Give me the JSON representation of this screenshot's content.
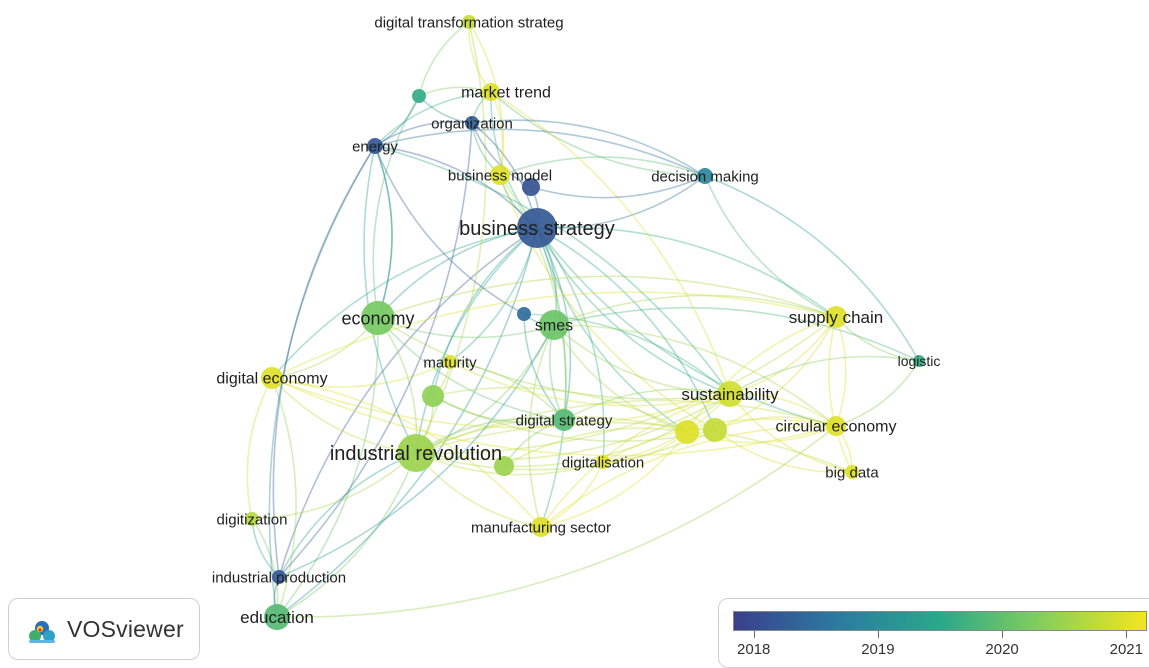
{
  "app": {
    "name": "VOSviewer"
  },
  "legend": {
    "title": "",
    "ticks": [
      {
        "year": "2018",
        "position": 0.05
      },
      {
        "year": "2019",
        "position": 0.35
      },
      {
        "year": "2020",
        "position": 0.65
      },
      {
        "year": "2021",
        "position": 0.95
      }
    ],
    "gradient": [
      "#3b3f8c",
      "#2c7aa0",
      "#29a88b",
      "#86cf5a",
      "#f5e51e"
    ]
  },
  "network": {
    "nodes": [
      {
        "id": "business-strategy",
        "label": "business strategy",
        "year": 2018.2,
        "weight": 20,
        "label_size": 20
      },
      {
        "id": "economy",
        "label": "economy",
        "year": 2020.2,
        "weight": 17,
        "label_size": 18
      },
      {
        "id": "smes",
        "label": "smes",
        "year": 2020.1,
        "weight": 15,
        "label_size": 16
      },
      {
        "id": "industrial-revolution",
        "label": "industrial revolution",
        "year": 2020.5,
        "weight": 19,
        "label_size": 20
      },
      {
        "id": "supply-chain",
        "label": "supply chain",
        "year": 2021.0,
        "weight": 11,
        "label_size": 17
      },
      {
        "id": "sustainability",
        "label": "sustainability",
        "year": 2020.9,
        "weight": 13,
        "label_size": 17
      },
      {
        "id": "circular-economy",
        "label": "circular economy",
        "year": 2021.0,
        "weight": 10,
        "label_size": 16
      },
      {
        "id": "digital-economy",
        "label": "digital economy",
        "year": 2021.0,
        "weight": 11,
        "label_size": 16
      },
      {
        "id": "digital-strategy",
        "label": "digital strategy",
        "year": 2019.9,
        "weight": 11,
        "label_size": 15
      },
      {
        "id": "digitalisation",
        "label": "digitalisation",
        "year": 2021.0,
        "weight": 7,
        "label_size": 15
      },
      {
        "id": "manufacturing-sector",
        "label": "manufacturing sector",
        "year": 2021.0,
        "weight": 10,
        "label_size": 15
      },
      {
        "id": "education",
        "label": "education",
        "year": 2019.9,
        "weight": 13,
        "label_size": 17
      },
      {
        "id": "industrial-production",
        "label": "industrial production",
        "year": 2018.2,
        "weight": 7,
        "label_size": 15
      },
      {
        "id": "digitization",
        "label": "digitization",
        "year": 2020.7,
        "weight": 7,
        "label_size": 15
      },
      {
        "id": "big-data",
        "label": "big data",
        "year": 2021.0,
        "weight": 7,
        "label_size": 15
      },
      {
        "id": "logistic",
        "label": "logistic",
        "year": 2019.6,
        "weight": 6,
        "label_size": 14
      },
      {
        "id": "decision-making",
        "label": "decision making",
        "year": 2018.9,
        "weight": 8,
        "label_size": 15
      },
      {
        "id": "business-model",
        "label": "business model",
        "year": 2021.0,
        "weight": 10,
        "label_size": 15
      },
      {
        "id": "organization",
        "label": "organization",
        "year": 2018.3,
        "weight": 7,
        "label_size": 15
      },
      {
        "id": "market-trend",
        "label": "market trend",
        "year": 2021.0,
        "weight": 9,
        "label_size": 16
      },
      {
        "id": "energy",
        "label": "energy",
        "year": 2018.2,
        "weight": 8,
        "label_size": 15
      },
      {
        "id": "digital-transformation-strateg",
        "label": "digital transformation strateg",
        "year": 2020.8,
        "weight": 7,
        "label_size": 15
      },
      {
        "id": "maturity",
        "label": "maturity",
        "year": 2021.0,
        "weight": 7,
        "label_size": 15
      },
      {
        "id": "unlabeled-1",
        "label": "",
        "year": 2019.6,
        "weight": 7,
        "label_size": 0
      },
      {
        "id": "unlabeled-2",
        "label": "",
        "year": 2018.5,
        "weight": 7,
        "label_size": 0
      },
      {
        "id": "unlabeled-3",
        "label": "",
        "year": 2018.1,
        "weight": 9,
        "label_size": 0
      },
      {
        "id": "unlabeled-4",
        "label": "",
        "year": 2020.4,
        "weight": 11,
        "label_size": 0
      },
      {
        "id": "unlabeled-5",
        "label": "",
        "year": 2020.5,
        "weight": 10,
        "label_size": 0
      },
      {
        "id": "unlabeled-6",
        "label": "",
        "year": 2021.0,
        "weight": 12,
        "label_size": 0
      },
      {
        "id": "unlabeled-7",
        "label": "",
        "year": 2020.8,
        "weight": 12,
        "label_size": 0
      }
    ],
    "links": [
      [
        "business-strategy",
        "economy"
      ],
      [
        "business-strategy",
        "smes"
      ],
      [
        "business-strategy",
        "industrial-revolution"
      ],
      [
        "business-strategy",
        "supply-chain"
      ],
      [
        "business-strategy",
        "sustainability"
      ],
      [
        "business-strategy",
        "digital-strategy"
      ],
      [
        "business-strategy",
        "digital-economy"
      ],
      [
        "business-strategy",
        "manufacturing-sector"
      ],
      [
        "business-strategy",
        "decision-making"
      ],
      [
        "business-strategy",
        "business-model"
      ],
      [
        "business-strategy",
        "organization"
      ],
      [
        "business-strategy",
        "market-trend"
      ],
      [
        "business-strategy",
        "energy"
      ],
      [
        "business-strategy",
        "digitalisation"
      ],
      [
        "business-strategy",
        "circular-economy"
      ],
      [
        "business-strategy",
        "education"
      ],
      [
        "business-strategy",
        "industrial-production"
      ],
      [
        "business-strategy",
        "maturity"
      ],
      [
        "business-strategy",
        "unlabeled-6"
      ],
      [
        "business-strategy",
        "unlabeled-7"
      ],
      [
        "business-strategy",
        "unlabeled-4"
      ],
      [
        "economy",
        "industrial-revolution"
      ],
      [
        "economy",
        "smes"
      ],
      [
        "economy",
        "digital-economy"
      ],
      [
        "economy",
        "sustainability"
      ],
      [
        "economy",
        "education"
      ],
      [
        "economy",
        "energy"
      ],
      [
        "economy",
        "supply-chain"
      ],
      [
        "economy",
        "digital-strategy"
      ],
      [
        "smes",
        "industrial-revolution"
      ],
      [
        "smes",
        "sustainability"
      ],
      [
        "smes",
        "supply-chain"
      ],
      [
        "smes",
        "digital-strategy"
      ],
      [
        "smes",
        "circular-economy"
      ],
      [
        "smes",
        "manufacturing-sector"
      ],
      [
        "smes",
        "logistic"
      ],
      [
        "smes",
        "unlabeled-6"
      ],
      [
        "industrial-revolution",
        "digital-economy"
      ],
      [
        "industrial-revolution",
        "sustainability"
      ],
      [
        "industrial-revolution",
        "education"
      ],
      [
        "industrial-revolution",
        "industrial-production"
      ],
      [
        "industrial-revolution",
        "digitization"
      ],
      [
        "industrial-revolution",
        "manufacturing-sector"
      ],
      [
        "industrial-revolution",
        "digital-strategy"
      ],
      [
        "industrial-revolution",
        "digitalisation"
      ],
      [
        "industrial-revolution",
        "circular-economy"
      ],
      [
        "industrial-revolution",
        "supply-chain"
      ],
      [
        "industrial-revolution",
        "unlabeled-6"
      ],
      [
        "industrial-revolution",
        "unlabeled-7"
      ],
      [
        "industrial-revolution",
        "big-data"
      ],
      [
        "industrial-revolution",
        "unlabeled-4"
      ],
      [
        "supply-chain",
        "sustainability"
      ],
      [
        "supply-chain",
        "logistic"
      ],
      [
        "supply-chain",
        "circular-economy"
      ],
      [
        "supply-chain",
        "big-data"
      ],
      [
        "supply-chain",
        "decision-making"
      ],
      [
        "supply-chain",
        "unlabeled-6"
      ],
      [
        "supply-chain",
        "unlabeled-7"
      ],
      [
        "supply-chain",
        "digital-economy"
      ],
      [
        "sustainability",
        "circular-economy"
      ],
      [
        "sustainability",
        "big-data"
      ],
      [
        "sustainability",
        "logistic"
      ],
      [
        "sustainability",
        "digital-strategy"
      ],
      [
        "sustainability",
        "digitalisation"
      ],
      [
        "sustainability",
        "manufacturing-sector"
      ],
      [
        "sustainability",
        "digital-economy"
      ],
      [
        "digital-economy",
        "digitization"
      ],
      [
        "digital-economy",
        "education"
      ],
      [
        "digital-economy",
        "circular-economy"
      ],
      [
        "digital-economy",
        "manufacturing-sector"
      ],
      [
        "digital-economy",
        "maturity"
      ],
      [
        "digitization",
        "education"
      ],
      [
        "digitization",
        "industrial-production"
      ],
      [
        "education",
        "industrial-production"
      ],
      [
        "education",
        "circular-economy"
      ],
      [
        "education",
        "energy"
      ],
      [
        "industrial-production",
        "organization"
      ],
      [
        "industrial-production",
        "energy"
      ],
      [
        "industrial-production",
        "smes"
      ],
      [
        "decision-making",
        "market-trend"
      ],
      [
        "decision-making",
        "business-model"
      ],
      [
        "decision-making",
        "logistic"
      ],
      [
        "decision-making",
        "energy"
      ],
      [
        "market-trend",
        "digital-transformation-strateg"
      ],
      [
        "market-trend",
        "organization"
      ],
      [
        "market-trend",
        "business-model"
      ],
      [
        "market-trend",
        "unlabeled-1"
      ],
      [
        "market-trend",
        "sustainability"
      ],
      [
        "market-trend",
        "energy"
      ],
      [
        "digital-transformation-strateg",
        "business-model"
      ],
      [
        "digital-transformation-strateg",
        "unlabeled-1"
      ],
      [
        "digital-transformation-strateg",
        "industrial-revolution"
      ],
      [
        "organization",
        "energy"
      ],
      [
        "organization",
        "unlabeled-1"
      ],
      [
        "organization",
        "business-model"
      ],
      [
        "organization",
        "decision-making"
      ],
      [
        "energy",
        "unlabeled-2"
      ],
      [
        "energy",
        "economy"
      ],
      [
        "energy",
        "industrial-revolution"
      ],
      [
        "energy",
        "sustainability"
      ],
      [
        "unlabeled-1",
        "economy"
      ],
      [
        "unlabeled-1",
        "energy"
      ],
      [
        "unlabeled-2",
        "smes"
      ],
      [
        "unlabeled-2",
        "sustainability"
      ],
      [
        "unlabeled-2",
        "digital-strategy"
      ],
      [
        "maturity",
        "unlabeled-4"
      ],
      [
        "maturity",
        "sustainability"
      ],
      [
        "maturity",
        "digital-strategy"
      ],
      [
        "unlabeled-4",
        "digital-strategy"
      ],
      [
        "unlabeled-4",
        "unlabeled-6"
      ],
      [
        "unlabeled-4",
        "unlabeled-7"
      ],
      [
        "unlabeled-5",
        "digital-strategy"
      ],
      [
        "unlabeled-5",
        "sustainability"
      ],
      [
        "unlabeled-5",
        "unlabeled-6"
      ],
      [
        "digitalisation",
        "unlabeled-6"
      ],
      [
        "digitalisation",
        "circular-economy"
      ],
      [
        "manufacturing-sector",
        "unlabeled-6"
      ],
      [
        "manufacturing-sector",
        "circular-economy"
      ],
      [
        "manufacturing-sector",
        "digitalisation"
      ],
      [
        "unlabeled-6",
        "unlabeled-7"
      ],
      [
        "unlabeled-6",
        "circular-economy"
      ],
      [
        "unlabeled-7",
        "circular-economy"
      ],
      [
        "unlabeled-7",
        "big-data"
      ],
      [
        "circular-economy",
        "big-data"
      ],
      [
        "circular-economy",
        "logistic"
      ],
      [
        "unlabeled-3",
        "business-strategy"
      ],
      [
        "unlabeled-3",
        "decision-making"
      ],
      [
        "unlabeled-3",
        "organization"
      ],
      [
        "business-model",
        "unlabeled-7"
      ],
      [
        "business-model",
        "digital-strategy"
      ]
    ]
  }
}
